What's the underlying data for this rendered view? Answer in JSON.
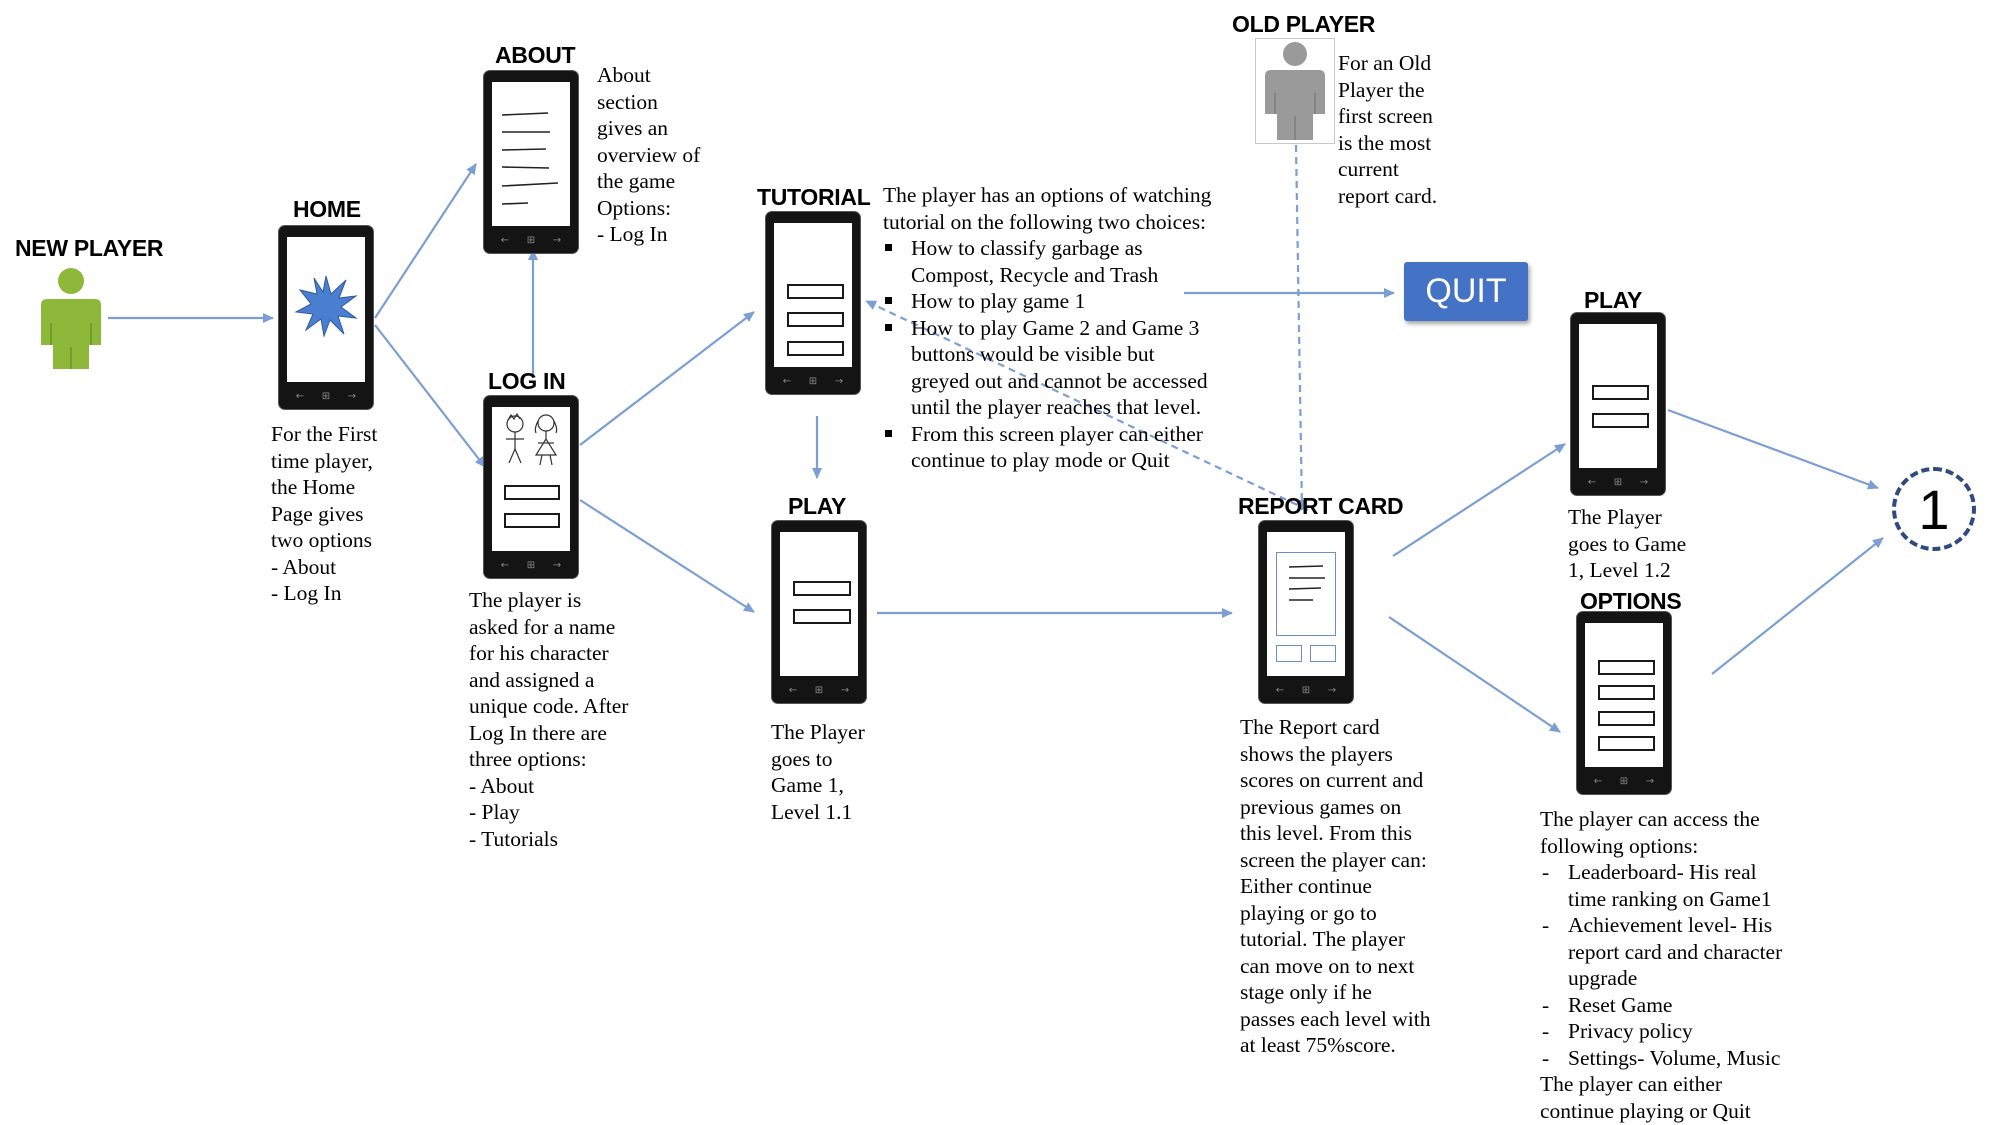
{
  "colors": {
    "arrow": "#7b9fd4",
    "new_player": "#8db83a",
    "old_player": "#9a9a9a",
    "quit": "#4472c4",
    "circle": "#2f4a7e"
  },
  "icons": {
    "person": "person-icon",
    "burst": "star-burst-icon",
    "kids": "stick-figures-icon"
  },
  "new_player": {
    "title": "NEW PLAYER"
  },
  "home": {
    "title": "HOME",
    "desc": [
      "For the First",
      "time player,",
      "the Home",
      "Page gives",
      "two options",
      "- About",
      "- Log In"
    ]
  },
  "about": {
    "title": "ABOUT",
    "desc": [
      "About",
      "section",
      "gives an",
      "overview of",
      "the game",
      "Options:",
      "- Log In"
    ]
  },
  "login": {
    "title": "LOG IN",
    "desc": [
      "The player is",
      "asked for a name",
      "for his character",
      "and assigned a",
      "unique code. After",
      "Log In there are",
      "three options:",
      "- About",
      "- Play",
      "- Tutorials"
    ]
  },
  "tutorial": {
    "title": "TUTORIAL",
    "intro": [
      "The player has an options of watching",
      "tutorial on the following two choices:"
    ],
    "bullets": [
      [
        "How to classify garbage as",
        "Compost, Recycle and Trash"
      ],
      [
        "How to play game 1"
      ],
      [
        "How to play Game 2 and Game 3",
        "buttons would be visible but",
        "greyed out and cannot be accessed",
        "until the player reaches that level."
      ],
      [
        "From this screen player can either",
        "continue to play mode or Quit"
      ]
    ]
  },
  "play1": {
    "title": "PLAY",
    "desc": [
      "The Player",
      "goes to",
      "Game 1,",
      "Level 1.1"
    ]
  },
  "old_player": {
    "title": "OLD PLAYER",
    "desc": [
      "For an Old",
      "Player the",
      "first screen",
      "is the most",
      "current",
      "report card."
    ]
  },
  "quit": {
    "label": "QUIT"
  },
  "report": {
    "title": "REPORT CARD",
    "desc": [
      "The Report card",
      "shows the players",
      "scores on current and",
      "previous games on",
      "this level. From this",
      "screen the player can:",
      "Either continue",
      "playing or go to",
      "tutorial. The player",
      "can move on to next",
      "stage only if he",
      "passes each level with",
      "at least 75%score."
    ]
  },
  "play2": {
    "title": "PLAY",
    "desc": [
      "The Player",
      "goes to Game",
      "1, Level 1.2"
    ]
  },
  "options": {
    "title": "OPTIONS",
    "intro": [
      "The player can access the",
      "following options:"
    ],
    "items": [
      [
        "Leaderboard- His real",
        "time ranking on Game1"
      ],
      [
        "Achievement level- His",
        "report card and character",
        "upgrade"
      ],
      [
        "Reset Game"
      ],
      [
        "Privacy policy"
      ],
      [
        "Settings- Volume, Music"
      ]
    ],
    "outro": [
      "The player can either",
      "continue playing or Quit"
    ]
  },
  "connector": {
    "label": "1"
  }
}
